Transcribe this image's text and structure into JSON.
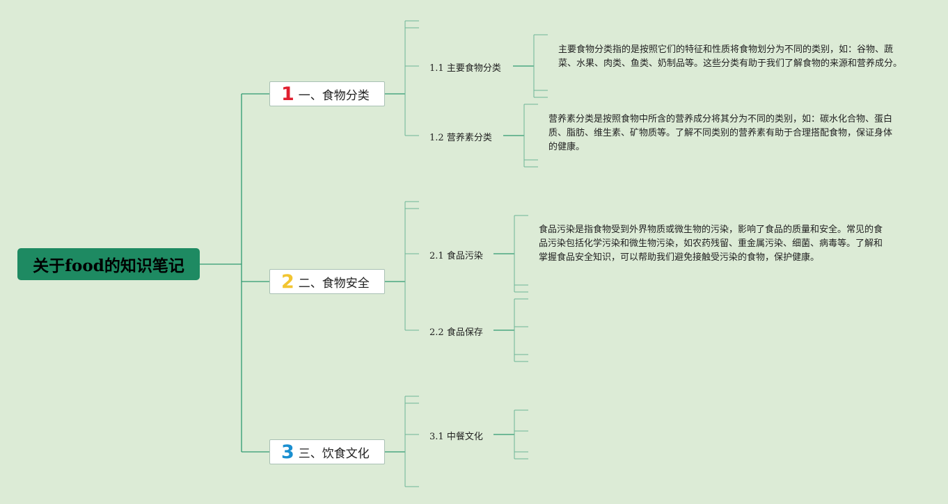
{
  "root": {
    "title": "关于food的知识笔记"
  },
  "sections": [
    {
      "number": "1",
      "number_color": "#e02030",
      "label": "一、食物分类",
      "subs": [
        {
          "number": "1.1",
          "label": "主要食物分类",
          "desc": "主要食物分类指的是按照它们的特征和性质将食物划分为不同的类别，如：谷物、蔬菜、水果、肉类、鱼类、奶制品等。这些分类有助于我们了解食物的来源和营养成分。"
        },
        {
          "number": "1.2",
          "label": "营养素分类",
          "desc": "营养素分类是按照食物中所含的营养成分将其分为不同的类别，如：碳水化合物、蛋白质、脂肪、维生素、矿物质等。了解不同类别的营养素有助于合理搭配食物，保证身体的健康。"
        }
      ]
    },
    {
      "number": "2",
      "number_color": "#f2c531",
      "label": "二、食物安全",
      "subs": [
        {
          "number": "2.1",
          "label": "食品污染",
          "desc": "食品污染是指食物受到外界物质或微生物的污染，影响了食品的质量和安全。常见的食品污染包括化学污染和微生物污染，如农药残留、重金属污染、细菌、病毒等。了解和掌握食品安全知识，可以帮助我们避免接触受污染的食物，保护健康。"
        },
        {
          "number": "2.2",
          "label": "食品保存",
          "desc": ""
        }
      ]
    },
    {
      "number": "3",
      "number_color": "#1a8fd0",
      "label": "三、饮食文化",
      "subs": [
        {
          "number": "3.1",
          "label": "中餐文化",
          "desc": ""
        }
      ]
    }
  ]
}
